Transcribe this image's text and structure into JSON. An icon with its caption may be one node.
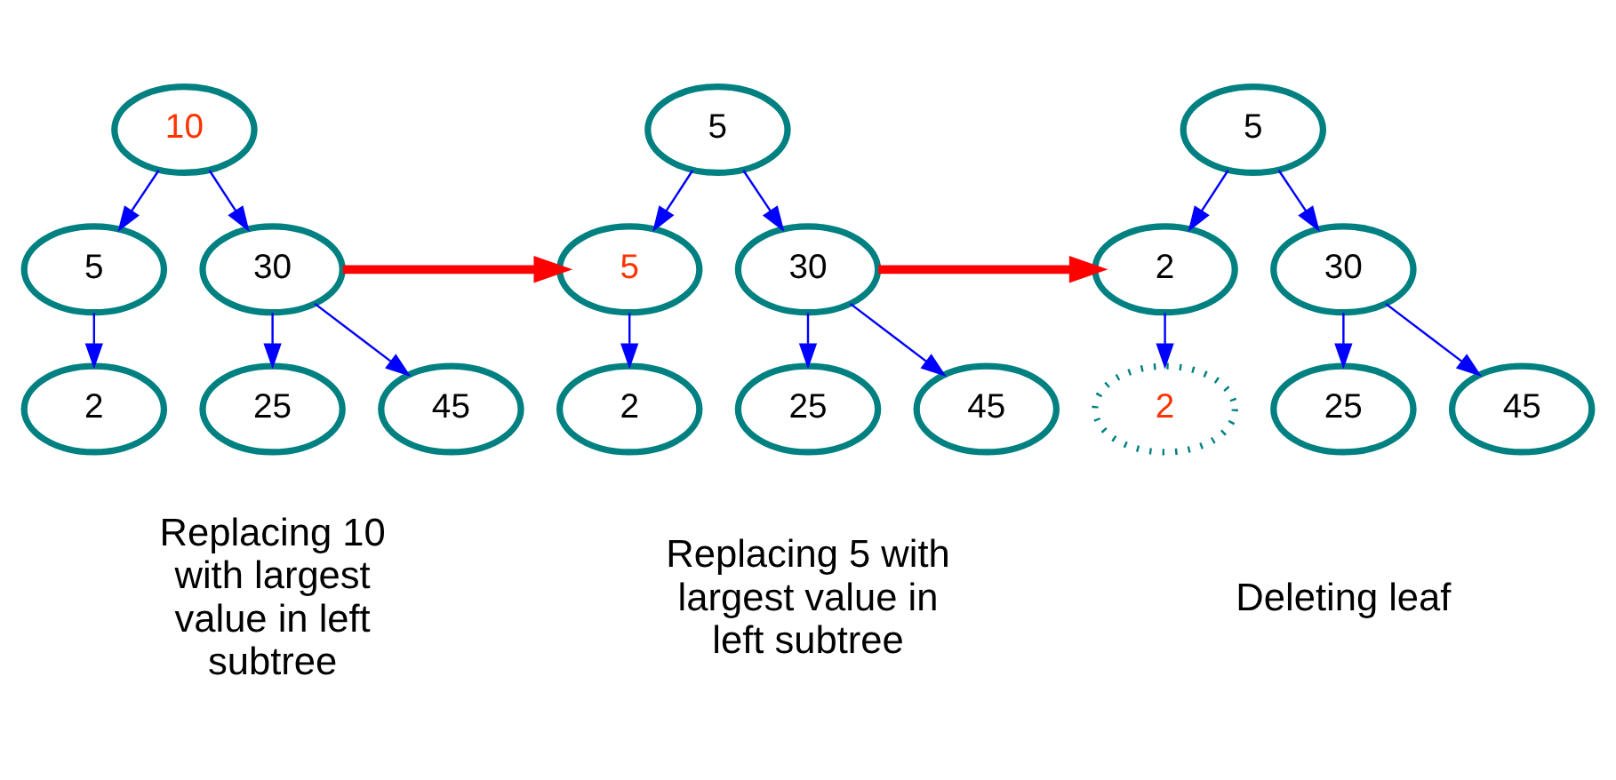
{
  "diagram": {
    "nodes": [
      {
        "text": [
          "10"
        ]
      },
      {
        "text": [
          "5"
        ]
      },
      {
        "text": [
          "30"
        ]
      },
      {
        "text": [
          "2"
        ]
      },
      {
        "text": [
          "25"
        ]
      },
      {
        "text": [
          "45"
        ]
      },
      {
        "text": [
          "5"
        ]
      },
      {
        "text": [
          "5"
        ]
      },
      {
        "text": [
          "30"
        ]
      },
      {
        "text": [
          "2"
        ]
      },
      {
        "text": [
          "25"
        ]
      },
      {
        "text": [
          "45"
        ]
      },
      {
        "text": [
          "5"
        ]
      },
      {
        "text": [
          "2"
        ]
      },
      {
        "text": [
          "30"
        ]
      },
      {
        "text": [
          "2"
        ]
      },
      {
        "text": [
          "25"
        ]
      },
      {
        "text": [
          "45"
        ]
      }
    ],
    "edges": [
      {
        "from": 0,
        "to": 1,
        "arrow": "to"
      },
      {
        "from": 0,
        "to": 2,
        "arrow": "to"
      },
      {
        "from": 1,
        "to": 3,
        "arrow": "to"
      },
      {
        "from": 2,
        "to": 4,
        "arrow": "to"
      },
      {
        "from": 2,
        "to": 5,
        "arrow": "to"
      },
      {
        "from": 2,
        "to": 7,
        "arrow": "to",
        "style": "thick",
        "color": "#ff0000"
      },
      {
        "from": 6,
        "to": 7,
        "arrow": "to"
      },
      {
        "from": 6,
        "to": 8,
        "arrow": "to"
      },
      {
        "from": 7,
        "to": 9,
        "arrow": "to"
      },
      {
        "from": 8,
        "to": 10,
        "arrow": "to"
      },
      {
        "from": 8,
        "to": 11,
        "arrow": "to"
      },
      {
        "from": 8,
        "to": 13,
        "arrow": "to",
        "style": "thick",
        "color": "#ff0000"
      },
      {
        "from": 12,
        "to": 13,
        "arrow": "to"
      },
      {
        "from": 12,
        "to": 14,
        "arrow": "to"
      },
      {
        "from": 13,
        "to": 15,
        "arrow": "to"
      },
      {
        "from": 14,
        "to": 16,
        "arrow": "to"
      },
      {
        "from": 14,
        "to": 17,
        "arrow": "to"
      }
    ],
    "labels": [
      "Replacing 10 with largest value in left subtree",
      "Replacing 5 with largest value in left subtree",
      "Deleting leaf"
    ]
  }
}
